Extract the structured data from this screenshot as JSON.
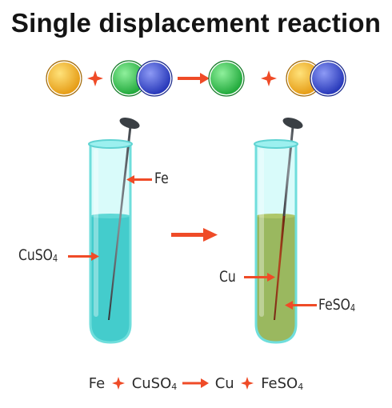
{
  "title": "Single displacement reaction",
  "colors": {
    "atom_a": "#f2b12b",
    "atom_b": "#31c24c",
    "atom_c": "#3c4fd6",
    "arrow": "#ef4b27",
    "copper_sulfate_solution": "#33c6c6",
    "iron_sulfate_solution": "#97b456",
    "tube_glass": "#9cf0ef"
  },
  "labels": {
    "fe": "Fe",
    "cuso4_main": "CuSO",
    "cuso4_sub": "4",
    "cu": "Cu",
    "feso4_main": "FeSO",
    "feso4_sub": "4"
  },
  "equation": {
    "reactant_1": "Fe",
    "reactant_2_main": "CuSO",
    "reactant_2_sub": "4",
    "product_1": "Cu",
    "product_2_main": "FeSO",
    "product_2_sub": "4"
  }
}
